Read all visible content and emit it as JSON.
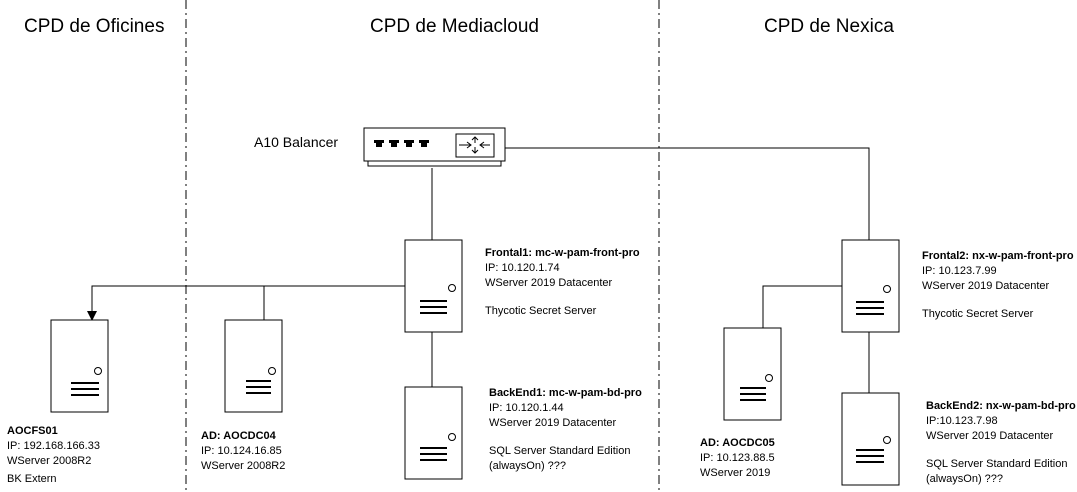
{
  "zones": [
    {
      "title": "CPD de Oficines"
    },
    {
      "title": "CPD de Mediacloud"
    },
    {
      "title": "CPD de Nexica"
    }
  ],
  "balancer": {
    "label": "A10 Balancer",
    "icon": "load-balancer-icon"
  },
  "servers": {
    "aocfs01": {
      "name": "AOCFS01",
      "ip": "IP: 192.168.166.33",
      "os": "WServer 2008R2",
      "role": "BK Extern",
      "icon": "server-icon"
    },
    "aocdc04": {
      "name": "AD: AOCDC04",
      "ip": "IP: 10.124.16.85",
      "os": "WServer 2008R2",
      "icon": "server-icon"
    },
    "frontal1": {
      "name": "Frontal1: mc-w-pam-front-pro",
      "ip": "IP: 10.120.1.74",
      "os": "WServer 2019 Datacenter",
      "role": "Thycotic Secret Server",
      "icon": "server-icon"
    },
    "backend1": {
      "name": "BackEnd1: mc-w-pam-bd-pro",
      "ip": "IP: 10.120.1.44",
      "os": "WServer 2019 Datacenter",
      "role_line1": "SQL Server Standard Edition",
      "role_line2": "(alwaysOn) ???",
      "icon": "server-icon"
    },
    "aocdc05": {
      "name": "AD: AOCDC05",
      "ip": "IP: 10.123.88.5",
      "os": "WServer 2019",
      "icon": "server-icon"
    },
    "frontal2": {
      "name": "Frontal2: nx-w-pam-front-pro",
      "ip": "IP: 10.123.7.99",
      "os": "WServer 2019 Datacenter",
      "role": "Thycotic Secret Server",
      "icon": "server-icon"
    },
    "backend2": {
      "name": "BackEnd2: nx-w-pam-bd-pro",
      "ip": "IP:10.123.7.98",
      "os": "WServer 2019 Datacenter",
      "role_line1": "SQL Server Standard Edition",
      "role_line2": "(alwaysOn) ???",
      "icon": "server-icon"
    }
  },
  "colors": {
    "line": "#000000",
    "server_fill": "#ffffff"
  }
}
